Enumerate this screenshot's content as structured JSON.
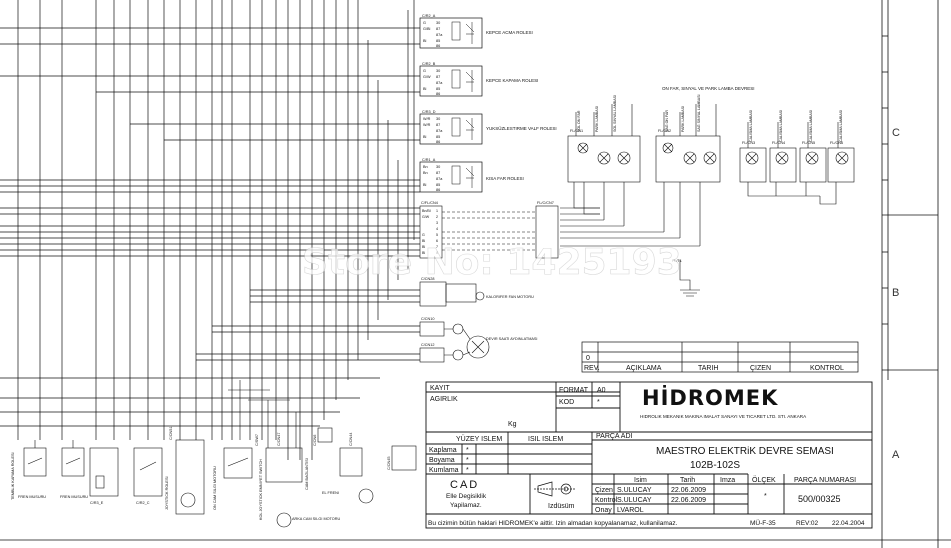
{
  "watermark": "Store No: 1425193",
  "zones": {
    "c": "C",
    "b": "B",
    "a": "A"
  },
  "relays": [
    {
      "id": "C/R2_A",
      "name": "KEPCE ACMA ROLESI",
      "pins": [
        "30",
        "87",
        "87a",
        "85",
        "86"
      ],
      "wires": [
        "G",
        "G/Bl",
        "",
        "Bl",
        "Bl"
      ]
    },
    {
      "id": "C/R2_B",
      "name": "KEPCE KAPAMA ROLESI",
      "pins": [
        "30",
        "87",
        "87a",
        "85",
        "86"
      ],
      "wires": [
        "G",
        "G/W",
        "",
        "Bl",
        "Bl"
      ]
    },
    {
      "id": "C/R3_D",
      "name": "YUKSÜZLESTIRME VALF ROLESI",
      "pins": [
        "30",
        "87",
        "87a",
        "85",
        "86"
      ],
      "wires": [
        "W/R",
        "W/R",
        "",
        "Bl",
        "W/R"
      ]
    },
    {
      "id": "C/R1_A",
      "name": "KISA FAR ROLESI",
      "pins": [
        "30",
        "87",
        "87a",
        "85",
        "86"
      ],
      "wires": [
        "Bn",
        "Bn",
        "",
        "Bl",
        "Bn"
      ]
    }
  ],
  "lamps": {
    "title": "ON FAR, SINYAL VE PARK LAMBA DEVRESI",
    "connectors": [
      "FL/CN1",
      "FL/CN2",
      "FL/CN3",
      "FL/CN4",
      "FL/CN5",
      "FL/CN6"
    ],
    "labels": [
      "SOL ON FAR",
      "PARK LAMBASI",
      "SOL SINYAL LAMBASI",
      "SAG ON FAR",
      "PARK LAMBASI",
      "SAG SINYAL LAMBASI",
      "CALISMA LAMBASI",
      "CALISMA LAMBASI",
      "CALISMA LAMBASI",
      "CALISMA LAMBASI"
    ],
    "ground": "FL/T1"
  },
  "connectors": {
    "cn4": "C/FL/CN4",
    "cn7": "FL/C/CN7",
    "cn28": "C/CN28",
    "cn28_label": "KALORIFER FAN MOTORU",
    "cn10": "C/CN10",
    "cn12": "C/CN12",
    "gauge_label": "DEVIR SAATI AYDINLATMASI",
    "pins": [
      "1",
      "2",
      "3",
      "4",
      "5",
      "6",
      "7",
      "8"
    ],
    "wires": [
      "Bn/Bl",
      "G/W",
      "",
      "",
      "G",
      "Bl",
      "Bl",
      "Bl"
    ]
  },
  "bottom_components": [
    "TEMBLIK KAPAMA ROLESI",
    "FREN MUSURU",
    "FREN MUSURU",
    "C/R3_E",
    "C/R2_C",
    "C/CN51",
    "JOYSTICK ROLESI",
    "ON CAM SILGI MOTORU",
    "KOL JOYSTICK EMNIYET SWITCH",
    "C/SW7",
    "C/CN47",
    "C/CN6",
    "CAM BAGLANTISI",
    "EL FRENI",
    "C/CN44",
    "C/CN45",
    "ARKA CAM SILGI MOTORU"
  ],
  "revision": {
    "rev_no": "0",
    "headers": [
      "REV.",
      "AÇIKLAMA",
      "TARIH",
      "ÇIZEN",
      "KONTROL"
    ]
  },
  "title_block": {
    "kayit": "KAYIT",
    "agirlik": "AGIRLIK",
    "format_label": "FORMAT",
    "format_val": "A0",
    "kod_label": "KOD",
    "kod_val": "*",
    "kg": "Kg",
    "logo": "HİDROMEK",
    "company": "HIDROLIK MEKANIK MAKINA IMALAT SANAYI VE TICARET LTD. STI. ANKARA",
    "yuzey": "YÜZEY ISLEM",
    "isil": "ISIL ISLEM",
    "kaplama": "Kaplama",
    "boyama": "Boyama",
    "kumlama": "Kumlama",
    "star": "*",
    "parca_adi": "PARÇA ADI",
    "title1": "MAESTRO ELEKTRiK DEVRE SEMASI",
    "title2": "102B-102S",
    "cad1": "CAD",
    "cad2": "Elle Degisiklik",
    "cad3": "Yapilamaz.",
    "izdusum": "Izdüsüm",
    "isim": "Isim",
    "tarih": "Tarih",
    "imza": "Imza",
    "olcek": "ÖLÇEK",
    "olcek_val": "*",
    "parca_no_label": "PARÇA NUMARASI",
    "parca_no": "500/00325",
    "cizen": "Çizen",
    "kontrol": "Kontrol",
    "onay": "Onay",
    "cizen_name": "S.ULUCAY",
    "kontrol_name": "S.ULUCAY",
    "onay_name": "LVAROL",
    "cizen_date": "22.06.2009",
    "kontrol_date": "22.06.2009",
    "copyright": "Bu cizimin bütün haklari HIDROMEK'e aittir. Izin almadan kopyalanamaz, kullanilamaz.",
    "form": "MÜ-F-35",
    "rev": "REV:02",
    "rev_date": "22.04.2004"
  }
}
